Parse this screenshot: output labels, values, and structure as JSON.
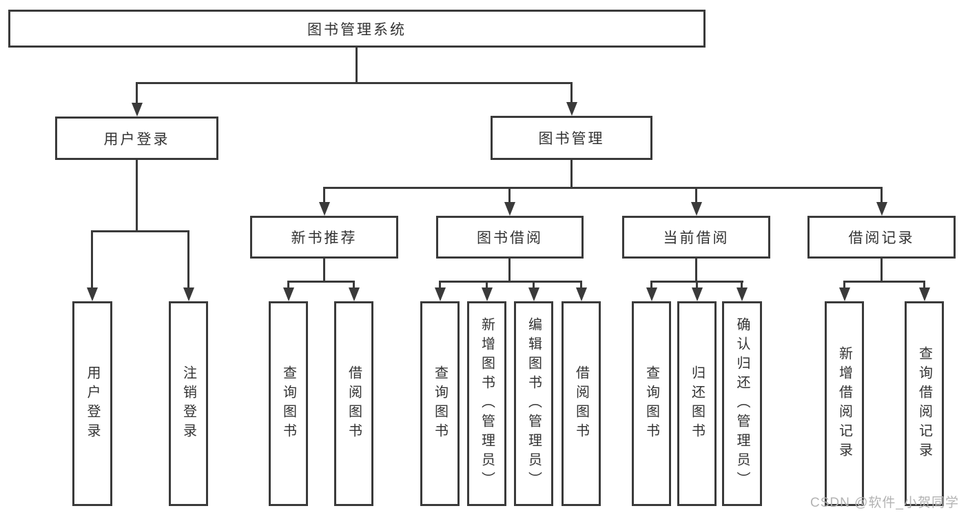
{
  "diagram": {
    "root": "图书管理系统",
    "level1": {
      "user_login": "用户登录",
      "book_mgmt": "图书管理"
    },
    "level2": {
      "new_books": "新书推荐",
      "book_borrow": "图书借阅",
      "current_borrow": "当前借阅",
      "borrow_records": "借阅记录"
    },
    "leaves": {
      "user_login": [
        "用户登录",
        "注销登录"
      ],
      "new_books": [
        "查询图书",
        "借阅图书"
      ],
      "book_borrow": [
        "查询图书",
        "新增图书（管理员）",
        "编辑图书（管理员）",
        "借阅图书"
      ],
      "current_borrow": [
        "查询图书",
        "归还图书",
        "确认归还（管理员）"
      ],
      "borrow_records": [
        "新增借阅记录",
        "查询借阅记录"
      ]
    }
  },
  "watermark": "CSDN @软件_小贺同学",
  "colors": {
    "line": "#3a3a3a",
    "text": "#333333",
    "watermark": "#b3b3b3",
    "bg": "#ffffff"
  }
}
